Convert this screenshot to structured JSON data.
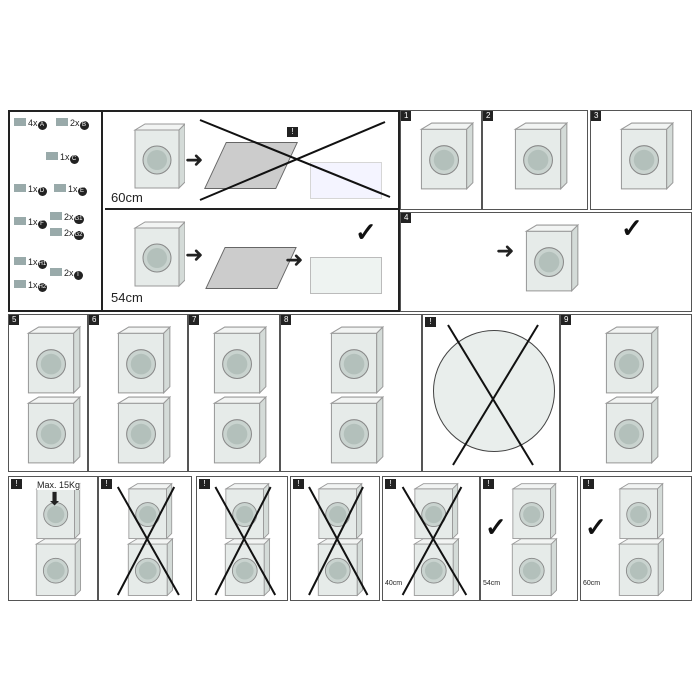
{
  "parts": [
    {
      "label": "4x",
      "code": "A"
    },
    {
      "label": "2x",
      "code": "B"
    },
    {
      "label": "1x",
      "code": "C"
    },
    {
      "label": "1x",
      "code": "D"
    },
    {
      "label": "1x",
      "code": "E"
    },
    {
      "label": "1x",
      "code": "F"
    },
    {
      "label": "2x",
      "code": "G1"
    },
    {
      "label": "2x",
      "code": "G2"
    },
    {
      "label": "1x",
      "code": "H1"
    },
    {
      "label": "1x",
      "code": "H2"
    },
    {
      "label": "2x",
      "code": "I"
    }
  ],
  "setup": {
    "wrong_depth": "60cm",
    "right_depth": "54cm"
  },
  "steps": [
    "1",
    "2",
    "3",
    "4",
    "5",
    "6",
    "7",
    "8",
    "9"
  ],
  "warnings": {
    "max_load": "Max. 15Kg",
    "d40": "40cm",
    "d54": "54cm",
    "d60": "60cm"
  }
}
